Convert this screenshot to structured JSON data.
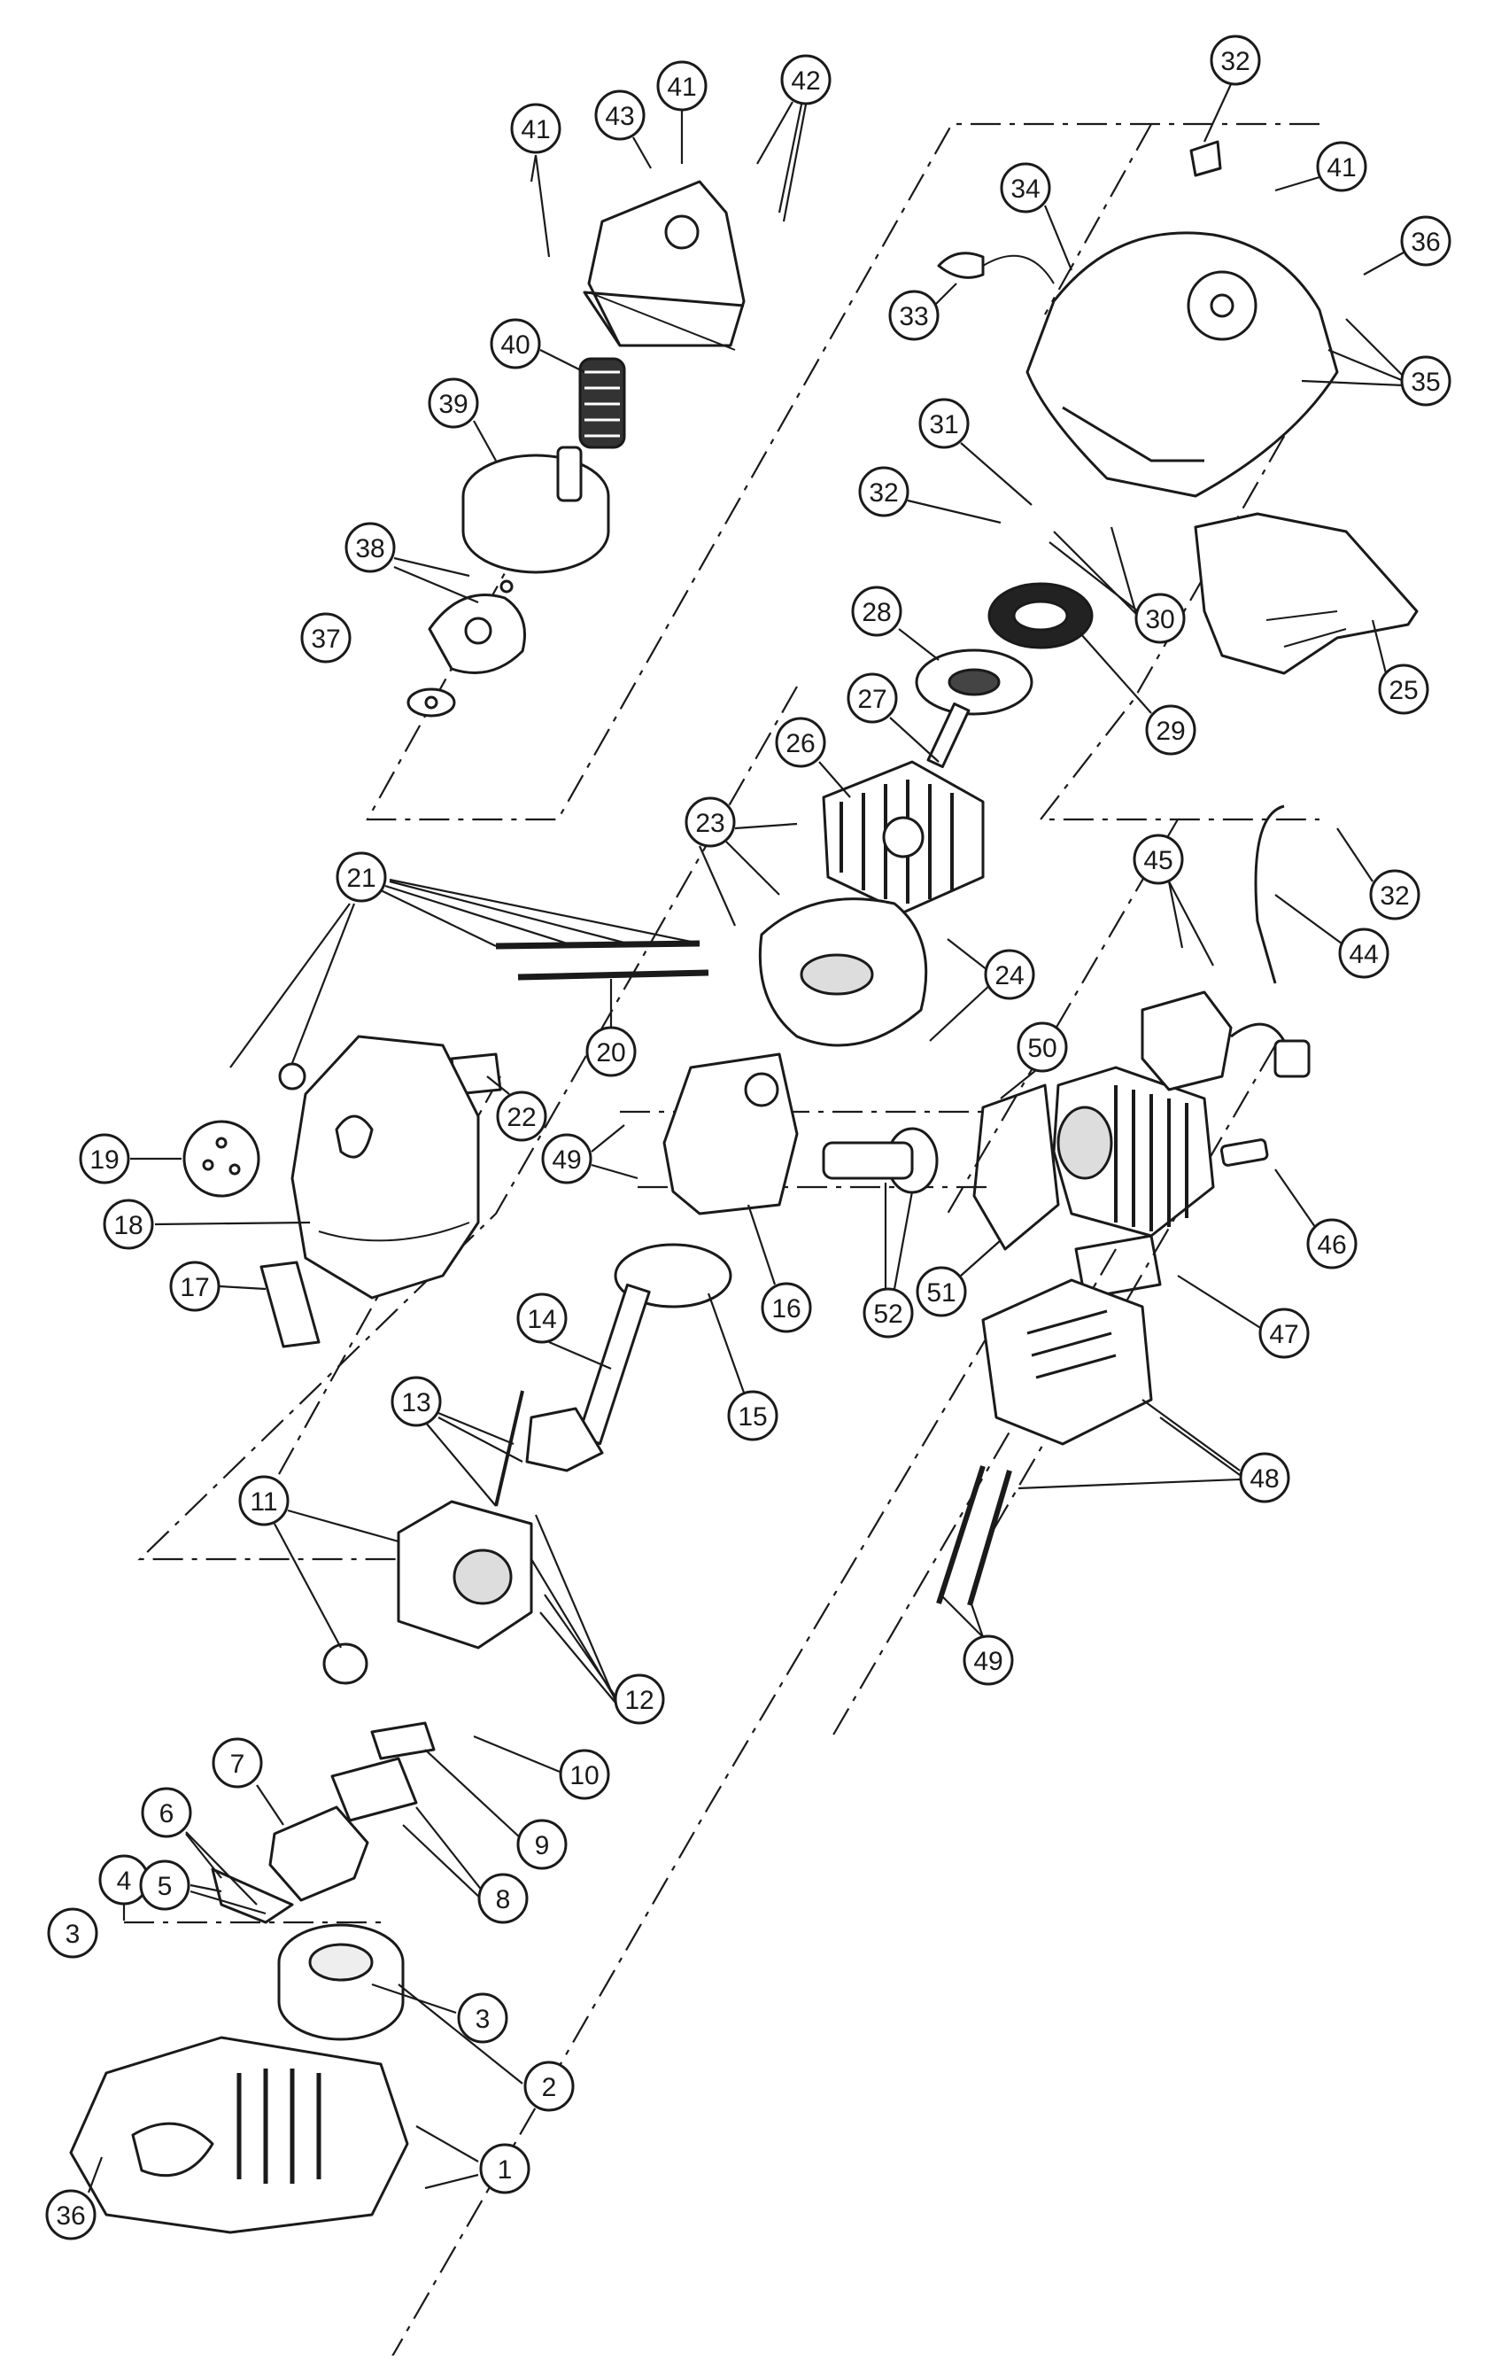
{
  "callouts": [
    {
      "id": "c1",
      "label": "1"
    },
    {
      "id": "c2",
      "label": "2"
    },
    {
      "id": "c3a",
      "label": "3"
    },
    {
      "id": "c3b",
      "label": "3"
    },
    {
      "id": "c4",
      "label": "4"
    },
    {
      "id": "c5",
      "label": "5"
    },
    {
      "id": "c6",
      "label": "6"
    },
    {
      "id": "c7",
      "label": "7"
    },
    {
      "id": "c8",
      "label": "8"
    },
    {
      "id": "c9",
      "label": "9"
    },
    {
      "id": "c10",
      "label": "10"
    },
    {
      "id": "c11",
      "label": "11"
    },
    {
      "id": "c12",
      "label": "12"
    },
    {
      "id": "c13",
      "label": "13"
    },
    {
      "id": "c14",
      "label": "14"
    },
    {
      "id": "c15",
      "label": "15"
    },
    {
      "id": "c16",
      "label": "16"
    },
    {
      "id": "c17",
      "label": "17"
    },
    {
      "id": "c18",
      "label": "18"
    },
    {
      "id": "c19",
      "label": "19"
    },
    {
      "id": "c20",
      "label": "20"
    },
    {
      "id": "c21",
      "label": "21"
    },
    {
      "id": "c22",
      "label": "22"
    },
    {
      "id": "c23",
      "label": "23"
    },
    {
      "id": "c24",
      "label": "24"
    },
    {
      "id": "c25",
      "label": "25"
    },
    {
      "id": "c26",
      "label": "26"
    },
    {
      "id": "c27",
      "label": "27"
    },
    {
      "id": "c28",
      "label": "28"
    },
    {
      "id": "c29",
      "label": "29"
    },
    {
      "id": "c30",
      "label": "30"
    },
    {
      "id": "c31",
      "label": "31"
    },
    {
      "id": "c32a",
      "label": "32"
    },
    {
      "id": "c32b",
      "label": "32"
    },
    {
      "id": "c32c",
      "label": "32"
    },
    {
      "id": "c33",
      "label": "33"
    },
    {
      "id": "c34",
      "label": "34"
    },
    {
      "id": "c35",
      "label": "35"
    },
    {
      "id": "c36a",
      "label": "36"
    },
    {
      "id": "c36b",
      "label": "36"
    },
    {
      "id": "c37",
      "label": "37"
    },
    {
      "id": "c38",
      "label": "38"
    },
    {
      "id": "c39",
      "label": "39"
    },
    {
      "id": "c40",
      "label": "40"
    },
    {
      "id": "c41a",
      "label": "41"
    },
    {
      "id": "c41b",
      "label": "41"
    },
    {
      "id": "c41c",
      "label": "41"
    },
    {
      "id": "c42",
      "label": "42"
    },
    {
      "id": "c43",
      "label": "43"
    },
    {
      "id": "c44",
      "label": "44"
    },
    {
      "id": "c45",
      "label": "45"
    },
    {
      "id": "c46",
      "label": "46"
    },
    {
      "id": "c47",
      "label": "47"
    },
    {
      "id": "c48",
      "label": "48"
    },
    {
      "id": "c49a",
      "label": "49"
    },
    {
      "id": "c49b",
      "label": "49"
    },
    {
      "id": "c50",
      "label": "50"
    },
    {
      "id": "c51",
      "label": "51"
    },
    {
      "id": "c52",
      "label": "52"
    }
  ],
  "colors": {
    "ink": "#1a1a1a",
    "paper": "#ffffff"
  }
}
